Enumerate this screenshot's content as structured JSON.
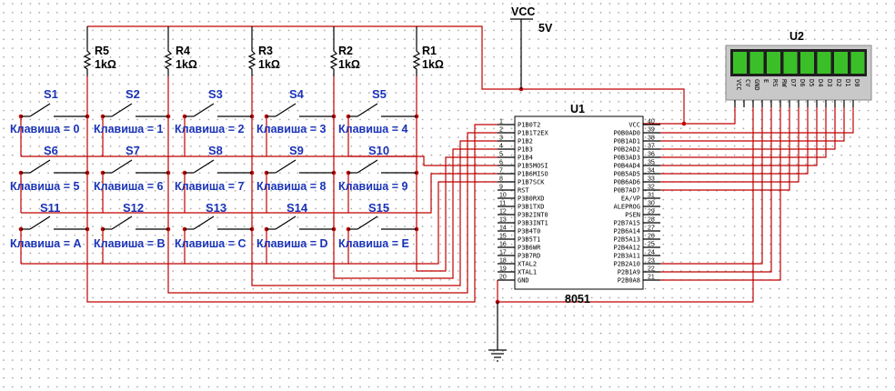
{
  "power": {
    "name": "VCC",
    "voltage": "5V"
  },
  "resistors": [
    {
      "ref": "R5",
      "value": "1kΩ"
    },
    {
      "ref": "R4",
      "value": "1kΩ"
    },
    {
      "ref": "R3",
      "value": "1kΩ"
    },
    {
      "ref": "R2",
      "value": "1kΩ"
    },
    {
      "ref": "R1",
      "value": "1kΩ"
    }
  ],
  "switches": [
    {
      "ref": "S1",
      "key": "Клавиша = 0"
    },
    {
      "ref": "S2",
      "key": "Клавиша = 1"
    },
    {
      "ref": "S3",
      "key": "Клавиша = 2"
    },
    {
      "ref": "S4",
      "key": "Клавиша = 3"
    },
    {
      "ref": "S5",
      "key": "Клавиша = 4"
    },
    {
      "ref": "S6",
      "key": "Клавиша = 5"
    },
    {
      "ref": "S7",
      "key": "Клавиша = 6"
    },
    {
      "ref": "S8",
      "key": "Клавиша = 7"
    },
    {
      "ref": "S9",
      "key": "Клавиша = 8"
    },
    {
      "ref": "S10",
      "key": "Клавиша = 9"
    },
    {
      "ref": "S11",
      "key": "Клавиша = A"
    },
    {
      "ref": "S12",
      "key": "Клавиша = B"
    },
    {
      "ref": "S13",
      "key": "Клавиша = C"
    },
    {
      "ref": "S14",
      "key": "Клавиша = D"
    },
    {
      "ref": "S15",
      "key": "Клавиша = E"
    }
  ],
  "mcu": {
    "ref": "U1",
    "part": "8051",
    "left_pins": [
      {
        "num": "1",
        "name": "P1B0T2"
      },
      {
        "num": "2",
        "name": "P1B1T2EX"
      },
      {
        "num": "3",
        "name": "P1B2"
      },
      {
        "num": "4",
        "name": "P1B3"
      },
      {
        "num": "5",
        "name": "P1B4"
      },
      {
        "num": "6",
        "name": "P1B5MOSI"
      },
      {
        "num": "7",
        "name": "P1B6MISO"
      },
      {
        "num": "8",
        "name": "P1B7SCK"
      },
      {
        "num": "9",
        "name": "RST"
      },
      {
        "num": "10",
        "name": "P3B0RXD"
      },
      {
        "num": "11",
        "name": "P3B1TXD"
      },
      {
        "num": "12",
        "name": "P3B2INT0"
      },
      {
        "num": "13",
        "name": "P3B3INT1"
      },
      {
        "num": "14",
        "name": "P3B4T0"
      },
      {
        "num": "15",
        "name": "P3B5T1"
      },
      {
        "num": "16",
        "name": "P3B6WR"
      },
      {
        "num": "17",
        "name": "P3B7RD"
      },
      {
        "num": "18",
        "name": "XTAL2"
      },
      {
        "num": "19",
        "name": "XTAL1"
      },
      {
        "num": "20",
        "name": "GND"
      }
    ],
    "right_pins": [
      {
        "num": "40",
        "name": "VCC"
      },
      {
        "num": "39",
        "name": "P0B0AD0"
      },
      {
        "num": "38",
        "name": "P0B1AD1"
      },
      {
        "num": "37",
        "name": "P0B2AD2"
      },
      {
        "num": "36",
        "name": "P0B3AD3"
      },
      {
        "num": "35",
        "name": "P0B4AD4"
      },
      {
        "num": "34",
        "name": "P0B5AD5"
      },
      {
        "num": "33",
        "name": "P0B6AD6"
      },
      {
        "num": "32",
        "name": "P0B7AD7"
      },
      {
        "num": "31",
        "name": "EA/VP"
      },
      {
        "num": "30",
        "name": "ALEPROG"
      },
      {
        "num": "29",
        "name": "PSEN"
      },
      {
        "num": "28",
        "name": "P2B7A15"
      },
      {
        "num": "27",
        "name": "P2B6A14"
      },
      {
        "num": "26",
        "name": "P2B5A13"
      },
      {
        "num": "25",
        "name": "P2B4A12"
      },
      {
        "num": "24",
        "name": "P2B3A11"
      },
      {
        "num": "23",
        "name": "P2B2A10"
      },
      {
        "num": "22",
        "name": "P2B1A9"
      },
      {
        "num": "21",
        "name": "P2B0A8"
      }
    ]
  },
  "display": {
    "ref": "U2",
    "pins": [
      "VCC",
      "CV",
      "GND",
      "E",
      "RS",
      "RW",
      "D7",
      "D6",
      "D5",
      "D4",
      "D3",
      "D2",
      "D1",
      "D0"
    ],
    "segment_color": "#3bbf28"
  },
  "colors": {
    "wire": "#c00000",
    "label": "#1a33b8",
    "grid_dot": "#9a9a9a"
  }
}
